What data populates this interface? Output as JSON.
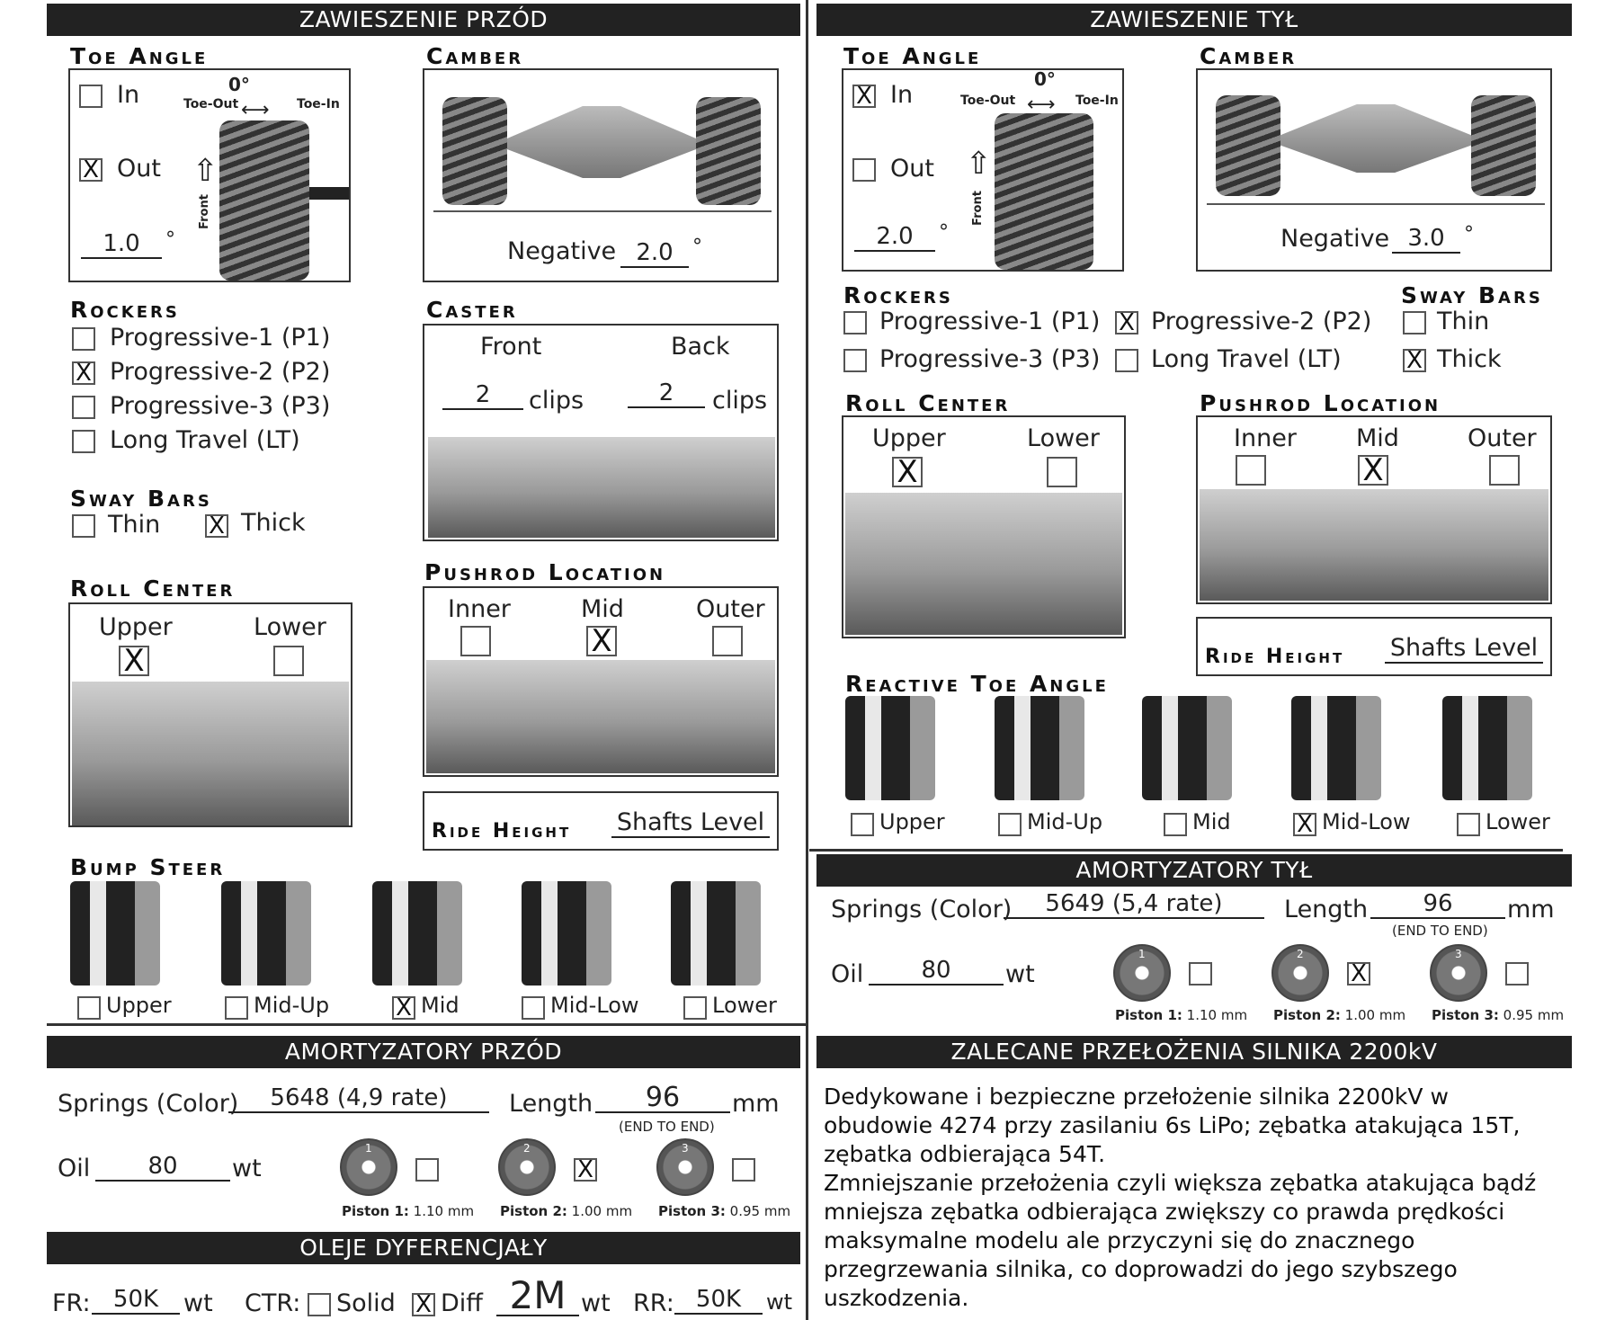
{
  "front": {
    "header": "ZAWIESZENIE PRZÓD",
    "toe_title": "Toe Angle",
    "toe_in": "In",
    "toe_out": "Out",
    "toe_value": "1.0",
    "toe_value_checked": "out",
    "zero": "0°",
    "toe_out_label": "Toe-Out",
    "toe_in_label": "Toe-In",
    "front_label": "Front",
    "deg": "°",
    "camber_title": "Camber",
    "camber_negative": "Negative",
    "camber_value": "2.0",
    "rockers_title": "Rockers",
    "rockers": [
      "Progressive-1 (P1)",
      "Progressive-2 (P2)",
      "Progressive-3 (P3)",
      "Long Travel (LT)"
    ],
    "rockers_checked": [
      false,
      true,
      false,
      false
    ],
    "caster_title": "Caster",
    "caster_front": "Front",
    "caster_back": "Back",
    "caster_front_value": "2",
    "caster_back_value": "2",
    "clips": "clips",
    "sway_title": "Sway Bars",
    "sway_thin": "Thin",
    "sway_thick": "Thick",
    "roll_title": "Roll Center",
    "roll_upper": "Upper",
    "roll_lower": "Lower",
    "pushrod_title": "Pushrod Location",
    "pushrod_inner": "Inner",
    "pushrod_mid": "Mid",
    "pushrod_outer": "Outer",
    "ride_title": "Ride Height",
    "ride_value": "Shafts Level",
    "bump_title": "Bump Steer",
    "bump": [
      "Upper",
      "Mid-Up",
      "Mid",
      "Mid-Low",
      "Lower"
    ],
    "bump_checked": [
      false,
      false,
      true,
      false,
      false
    ]
  },
  "rear": {
    "header": "ZAWIESZENIE TYŁ",
    "toe_title": "Toe Angle",
    "toe_in": "In",
    "toe_out": "Out",
    "toe_value": "2.0",
    "zero": "0°",
    "toe_out_label": "Toe-Out",
    "toe_in_label": "Toe-In",
    "front_label": "Front",
    "deg": "°",
    "camber_title": "Camber",
    "camber_negative": "Negative",
    "camber_value": "3.0",
    "rockers_title": "Rockers",
    "rockers": [
      "Progressive-1 (P1)",
      "Progressive-2 (P2)",
      "Progressive-3 (P3)",
      "Long Travel (LT)"
    ],
    "sway_title": "Sway Bars",
    "sway_thin": "Thin",
    "sway_thick": "Thick",
    "roll_title": "Roll Center",
    "roll_upper": "Upper",
    "roll_lower": "Lower",
    "pushrod_title": "Pushrod Location",
    "pushrod_inner": "Inner",
    "pushrod_mid": "Mid",
    "pushrod_outer": "Outer",
    "ride_title": "Ride Height",
    "ride_value": "Shafts Level",
    "reactive_title": "Reactive Toe Angle",
    "reactive": [
      "Upper",
      "Mid-Up",
      "Mid",
      "Mid-Low",
      "Lower"
    ],
    "reactive_checked": [
      false,
      false,
      false,
      true,
      false
    ]
  },
  "shocks_front": {
    "header": "AMORTYZATORY PRZÓD",
    "springs_label": "Springs (Color)",
    "springs_value": "5648 (4,9 rate)",
    "length_label": "Length",
    "length_value": "96",
    "mm": "mm",
    "end_to_end": "(END TO END)",
    "oil_label": "Oil",
    "oil_value": "80",
    "wt": "wt",
    "pistons": [
      {
        "num": "1",
        "label": "Piston 1:",
        "size": "1.10 mm",
        "checked": false
      },
      {
        "num": "2",
        "label": "Piston 2:",
        "size": "1.00 mm",
        "checked": true
      },
      {
        "num": "3",
        "label": "Piston 3:",
        "size": "0.95 mm",
        "checked": false
      }
    ]
  },
  "shocks_rear": {
    "header": "AMORTYZATORY TYŁ",
    "springs_label": "Springs (Color)",
    "springs_value": "5649 (5,4 rate)",
    "length_label": "Length",
    "length_value": "96",
    "mm": "mm",
    "end_to_end": "(END TO END)",
    "oil_label": "Oil",
    "oil_value": "80",
    "wt": "wt",
    "pistons": [
      {
        "num": "1",
        "label": "Piston 1:",
        "size": "1.10 mm",
        "checked": false
      },
      {
        "num": "2",
        "label": "Piston 2:",
        "size": "1.00 mm",
        "checked": true
      },
      {
        "num": "3",
        "label": "Piston 3:",
        "size": "0.95 mm",
        "checked": false
      }
    ]
  },
  "diff": {
    "header": "OLEJE DYFERENCJAŁY",
    "fr_label": "FR:",
    "fr_value": "50K",
    "ctr_label": "CTR:",
    "solid": "Solid",
    "diff_label": "Diff",
    "ctr_value": "2M",
    "rr_label": "RR:",
    "rr_value": "50K",
    "wt": "wt"
  },
  "gearing": {
    "header": "ZALECANE PRZEŁOŻENIA SILNIKA 2200kV",
    "lines": [
      "Dedykowane i bezpieczne przełożenie silnika 2200kV w",
      "obudowie 4274 przy zasilaniu 6s LiPo; zębatka atakująca 15T,",
      "zębatka odbierająca 54T.",
      "Zmniejszanie przełożenia czyli większa zębatka atakująca bądź",
      "mniejsza zębatka odbierająca zwiększy co prawda prędkości",
      "maksymalne modelu ale przyczyni się do znacznego",
      "przegrzewania silnika, co doprowadzi do jego szybszego",
      "uszkodzenia."
    ]
  },
  "marks": {
    "x": "X"
  }
}
